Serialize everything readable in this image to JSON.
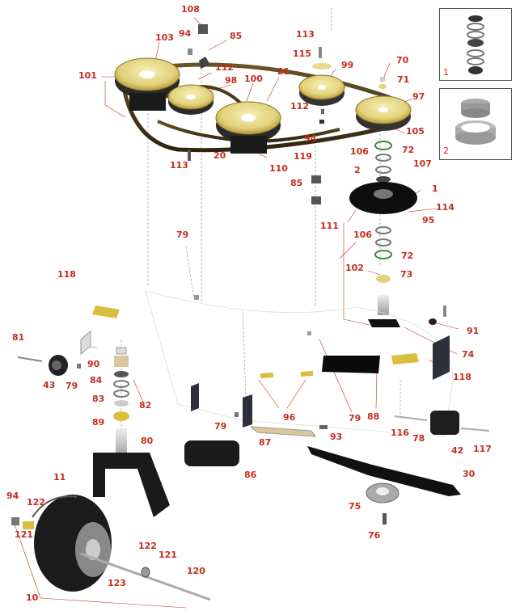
{
  "diagram": {
    "callouts": {
      "c108": "108",
      "c94a": "94",
      "c85a": "85",
      "c103": "103",
      "c112a": "112",
      "c101": "101",
      "c98": "98",
      "c100": "100",
      "c113a": "113",
      "c115": "115",
      "c99": "99",
      "c21": "21",
      "c70": "70",
      "c71": "71",
      "c97": "97",
      "c112b": "112",
      "c94b": "94",
      "c105": "105",
      "c20": "20",
      "c113b": "113",
      "c110": "110",
      "c119": "119",
      "c85b": "85",
      "c106a": "106",
      "c72a": "72",
      "c2": "2",
      "c107": "107",
      "c1": "1",
      "c114": "114",
      "c95": "95",
      "c111": "111",
      "c106b": "106",
      "c72b": "72",
      "c102": "102",
      "c73": "73",
      "c79a": "79",
      "c118a": "118",
      "c81": "81",
      "c90": "90",
      "c43": "43",
      "c79b": "79",
      "c84": "84",
      "c83": "83",
      "c82": "82",
      "c89": "89",
      "c80": "80",
      "c91": "91",
      "c74": "74",
      "c118b": "118",
      "c96": "96",
      "c79c": "79",
      "c88": "88",
      "c79d": "79",
      "c87": "87",
      "c93": "93",
      "c116": "116",
      "c78": "78",
      "c42": "42",
      "c117": "117",
      "c86": "86",
      "c30": "30",
      "c11": "11",
      "c94c": "94",
      "c122a": "122",
      "c121a": "121",
      "c75": "75",
      "c76": "76",
      "c122b": "122",
      "c121b": "121",
      "c120": "120",
      "c123": "123",
      "c10": "10"
    },
    "insets": {
      "bearing_stack": "1",
      "bearing_race": "2"
    }
  }
}
